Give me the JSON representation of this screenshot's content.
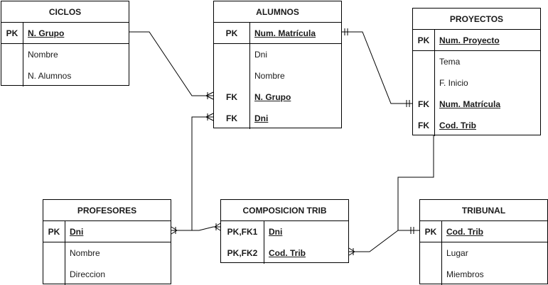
{
  "entities": {
    "ciclos": {
      "title": "CICLOS",
      "rows": [
        {
          "key": "PK",
          "field": "N. Grupo"
        },
        {
          "key": "",
          "field": "Nombre"
        },
        {
          "key": "",
          "field": "N. Alumnos"
        }
      ]
    },
    "alumnos": {
      "title": "ALUMNOS",
      "rows": [
        {
          "key": "PK",
          "field": "Num. Matrícula"
        },
        {
          "key": "",
          "field": "Dni"
        },
        {
          "key": "",
          "field": "Nombre"
        },
        {
          "key": "FK",
          "field": "N. Grupo"
        },
        {
          "key": "FK",
          "field": "Dni"
        }
      ]
    },
    "proyectos": {
      "title": "PROYECTOS",
      "rows": [
        {
          "key": "PK",
          "field": "Num. Proyecto"
        },
        {
          "key": "",
          "field": "Tema"
        },
        {
          "key": "",
          "field": "F. Inicio"
        },
        {
          "key": "FK",
          "field": "Num. Matrícula"
        },
        {
          "key": "FK",
          "field": "Cod. Trib"
        }
      ]
    },
    "profesores": {
      "title": "PROFESORES",
      "rows": [
        {
          "key": "PK",
          "field": "Dni"
        },
        {
          "key": "",
          "field": "Nombre"
        },
        {
          "key": "",
          "field": "Direccion"
        }
      ]
    },
    "composicion_trib": {
      "title": "COMPOSICION TRIB",
      "rows": [
        {
          "key": "PK,FK1",
          "field": "Dni"
        },
        {
          "key": "PK,FK2",
          "field": "Cod. Trib"
        }
      ]
    },
    "tribunal": {
      "title": "TRIBUNAL",
      "rows": [
        {
          "key": "PK",
          "field": "Cod. Trib"
        },
        {
          "key": "",
          "field": "Lugar"
        },
        {
          "key": "",
          "field": "Miembros"
        }
      ]
    }
  },
  "relationships": [
    {
      "from": "ciclos",
      "from_end": "none",
      "to": "alumnos",
      "to_end": "one-or-many"
    },
    {
      "from": "alumnos",
      "from_end": "one-and-only-one",
      "to": "proyectos",
      "to_end": "one-and-only-one"
    },
    {
      "from": "profesores",
      "from_end": "one-or-many",
      "to": "alumnos",
      "to_end": "one-or-many"
    },
    {
      "from": "profesores",
      "from_end": "none",
      "to": "composicion_trib",
      "to_end": "one-or-many"
    },
    {
      "from": "composicion_trib",
      "from_end": "one-or-many",
      "to": "tribunal",
      "to_end": "one-and-only-one"
    },
    {
      "from": "proyectos",
      "from_end": "none",
      "to": "tribunal",
      "to_end": "one-and-only-one"
    }
  ],
  "colors": {
    "border": "#000000",
    "text": "#1a1a1a",
    "background": "#ffffff"
  }
}
